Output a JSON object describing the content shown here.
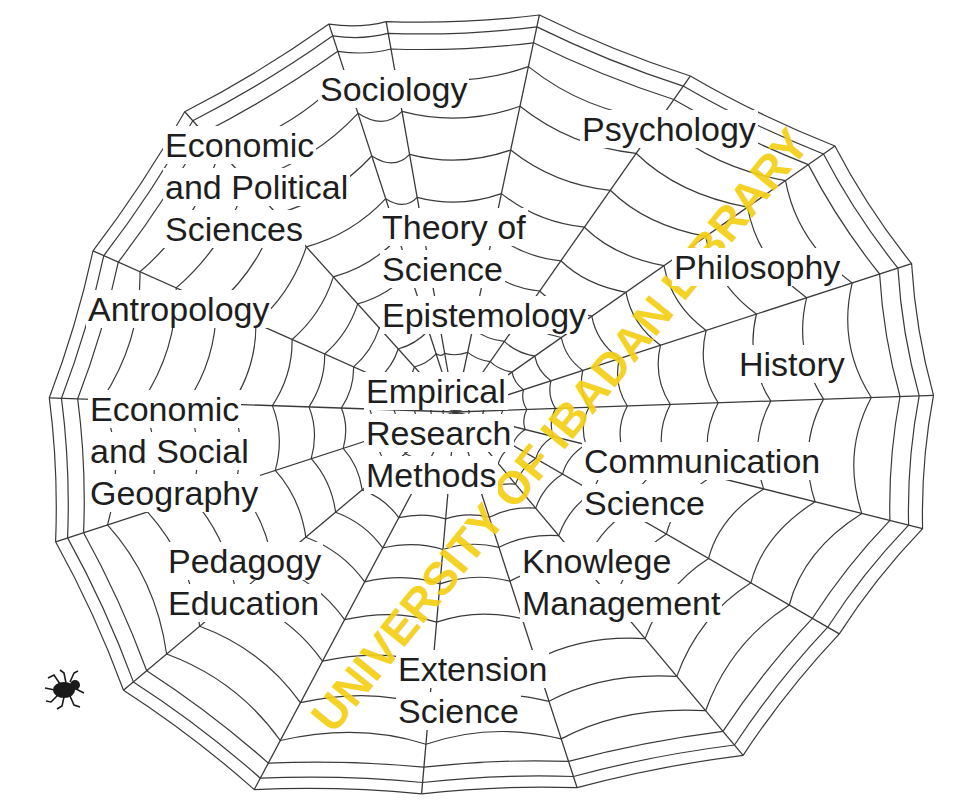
{
  "diagram": {
    "labels": [
      "Sociology",
      "Psychology",
      "Economic and Political Sciences",
      "Theory of Science",
      "Philosophy",
      "Epistemology",
      "Antropology",
      "History",
      "Empirical Research Methods",
      "Economic and Social Geography",
      "Communication Science",
      "Pedagogy Education",
      "Knowlege Management",
      "Extension Science",
      "UNIVERSITY OF IBADAN LIBRARY"
    ]
  }
}
